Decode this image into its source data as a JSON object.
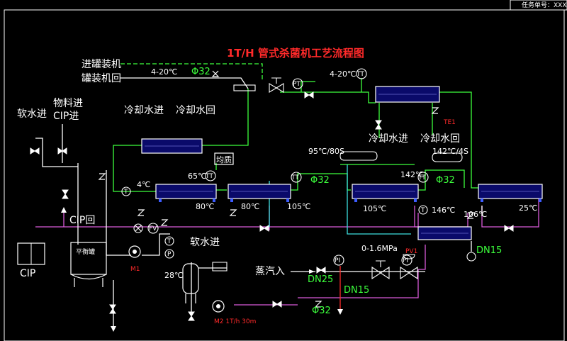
{
  "header": {
    "task_no": "任务单号：XXX"
  },
  "title": "1T/H 管式杀菌机工艺流程图",
  "labels": {
    "filling_in": "进罐装机",
    "filling_back": "罐装机回",
    "soft_water_in": "软水进",
    "material_in": "物料进",
    "cip_in": "CIP进",
    "cip_back": "CIP回",
    "cip": "CIP",
    "cool_in_a": "冷却水进",
    "cool_back_a": "冷却水回",
    "cool_in_b": "冷却水进",
    "cool_back_b": "冷却水回",
    "homogenizer": "均质",
    "soft_water_in_2": "软水进",
    "steam_in": "蒸汽入",
    "balance_tank": "平衡罐",
    "pressure": "0-1.6MPa"
  },
  "params": {
    "t_4_20_a": "4-20℃",
    "t_4_20_b": "4-20℃",
    "phi32_a": "Φ32",
    "phi32_b": "Φ32",
    "phi32_c": "Φ32",
    "phi32_d": "Φ32",
    "t4": "4℃",
    "t65": "65℃",
    "t80a": "80℃",
    "t80b": "80℃",
    "t105a": "105℃",
    "t105b": "105℃",
    "t95": "95℃/80S",
    "t142a": "142℃",
    "t142b": "142℃/4S",
    "t146": "146℃",
    "t106": "106℃",
    "t25": "25℃",
    "t28": "28℃",
    "dn25": "DN25",
    "dn15a": "DN15",
    "dn15b": "DN15",
    "pump_m1": "M1",
    "pump_m2": "M2  1T/h  30m",
    "tag_pv1": "PV1",
    "tag_te": "TE1"
  },
  "instruments": {
    "t": "T",
    "p": "P",
    "tt": "TT",
    "pi": "PI",
    "pt": "PT",
    "fv": "FV"
  },
  "colors": {
    "line_green": "#3cff3c",
    "line_magenta": "#d85ad8",
    "line_white": "#ffffff",
    "line_cyan": "#3ce0e0",
    "text_red": "#ff2a2a",
    "background": "#000000"
  }
}
